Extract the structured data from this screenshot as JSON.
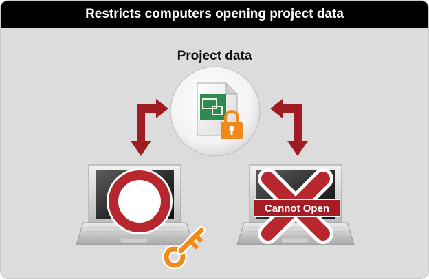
{
  "header": {
    "title": "Restricts computers opening project data"
  },
  "center": {
    "label": "Project data"
  },
  "denied": {
    "label": "Cannot Open"
  },
  "colors": {
    "background": "#dcdcdc",
    "header": "#000000",
    "arrow": "#9e1c22",
    "lock": "#f08a1a",
    "key": "#f08a1a",
    "allowed_ring": "#b8262e",
    "denied_cross": "#b8262e",
    "file": "#2f8a4e"
  },
  "icons": [
    "file-icon",
    "lock-icon",
    "key-icon",
    "laptop-icon",
    "circle-icon",
    "cross-icon",
    "arrow-icon"
  ]
}
